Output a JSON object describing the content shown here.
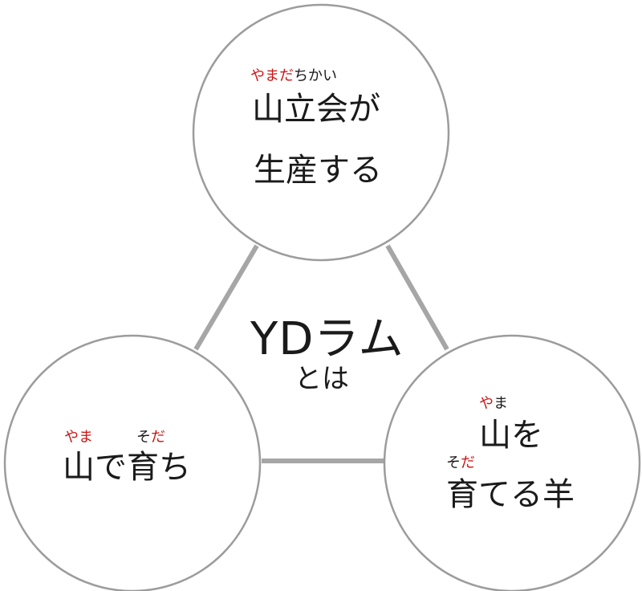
{
  "center": {
    "title": "YDラム",
    "subtitle": "とは"
  },
  "top_circle": {
    "ruby_red": "やまだ",
    "ruby_black": "ちかい",
    "line1": "山立会が",
    "line2": "生産する"
  },
  "left_circle": {
    "ruby_yama": "やま",
    "ruby_so": "そ",
    "ruby_da": "だ",
    "text": "山で育ち"
  },
  "right_circle": {
    "ruby_ya": "や",
    "ruby_ma": "ま",
    "line1": "山を",
    "ruby_so": "そ",
    "ruby_da": "だ",
    "line2": "育てる羊"
  },
  "colors": {
    "ruby_accent": "#cc1414",
    "text": "#1a1a1a",
    "circle_stroke": "#9c9c9c",
    "connector": "#a6a6a6"
  }
}
